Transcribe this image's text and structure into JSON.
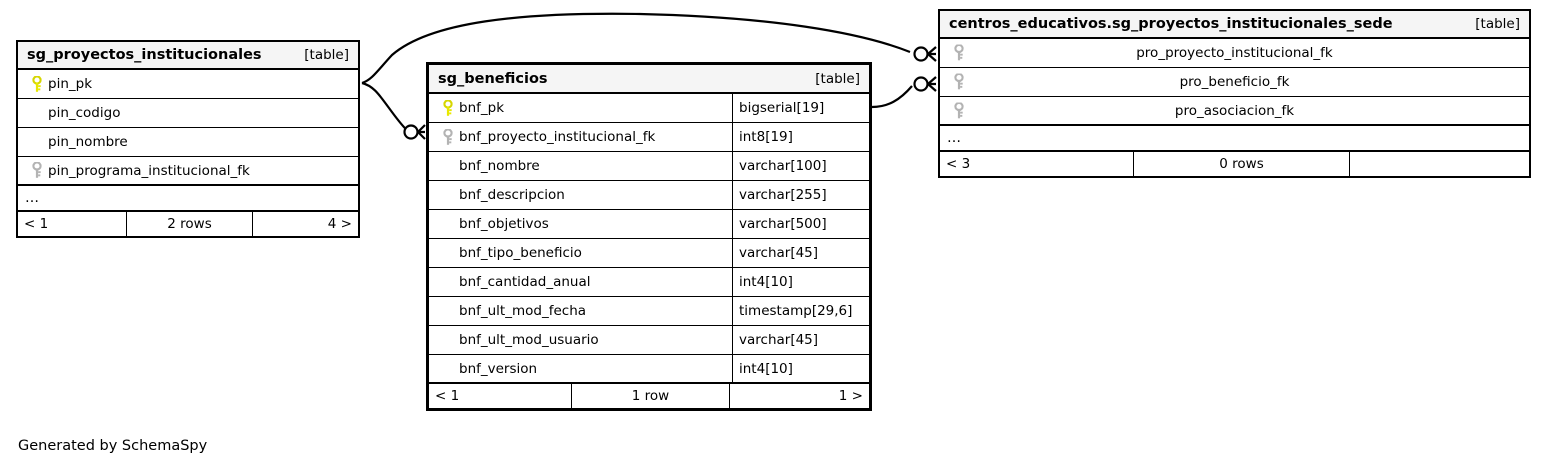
{
  "diagram": {
    "type": "entity-relationship-diagram",
    "credit": "Generated by SchemaSpy",
    "table_tag": "[table]",
    "ellipsis": "…",
    "colors": {
      "background": "#ffffff",
      "header_fill": "#f5f5f5",
      "border": "#000000",
      "primary_key": "#e8e800",
      "foreign_key": "#b3b3b3",
      "edge": "#000000"
    }
  },
  "tables": [
    {
      "id": "sg_proyectos_institucionales",
      "title": "sg_proyectos_institucionales",
      "tag": "[table]",
      "focused": false,
      "show_types": false,
      "center_names": false,
      "columns": [
        {
          "name": "pin_pk",
          "key": "primary",
          "type": ""
        },
        {
          "name": "pin_codigo",
          "key": "none",
          "type": ""
        },
        {
          "name": "pin_nombre",
          "key": "none",
          "type": ""
        },
        {
          "name": "pin_programa_institucional_fk",
          "key": "foreign",
          "type": ""
        }
      ],
      "has_ellipsis": true,
      "footer": {
        "prev": "< 1",
        "rows": "2 rows",
        "next": "4 >"
      }
    },
    {
      "id": "sg_beneficios",
      "title": "sg_beneficios",
      "tag": "[table]",
      "focused": true,
      "show_types": true,
      "center_names": false,
      "columns": [
        {
          "name": "bnf_pk",
          "key": "primary",
          "type": "bigserial[19]"
        },
        {
          "name": "bnf_proyecto_institucional_fk",
          "key": "foreign",
          "type": "int8[19]"
        },
        {
          "name": "bnf_nombre",
          "key": "none",
          "type": "varchar[100]"
        },
        {
          "name": "bnf_descripcion",
          "key": "none",
          "type": "varchar[255]"
        },
        {
          "name": "bnf_objetivos",
          "key": "none",
          "type": "varchar[500]"
        },
        {
          "name": "bnf_tipo_beneficio",
          "key": "none",
          "type": "varchar[45]"
        },
        {
          "name": "bnf_cantidad_anual",
          "key": "none",
          "type": "int4[10]"
        },
        {
          "name": "bnf_ult_mod_fecha",
          "key": "none",
          "type": "timestamp[29,6]"
        },
        {
          "name": "bnf_ult_mod_usuario",
          "key": "none",
          "type": "varchar[45]"
        },
        {
          "name": "bnf_version",
          "key": "none",
          "type": "int4[10]"
        }
      ],
      "has_ellipsis": false,
      "footer": {
        "prev": "< 1",
        "rows": "1 row",
        "next": "1 >"
      }
    },
    {
      "id": "centros_educativos_sg_proyectos_institucionales_sede",
      "title": "centros_educativos.sg_proyectos_institucionales_sede",
      "tag": "[table]",
      "focused": false,
      "show_types": false,
      "center_names": true,
      "columns": [
        {
          "name": "pro_proyecto_institucional_fk",
          "key": "foreign",
          "type": ""
        },
        {
          "name": "pro_beneficio_fk",
          "key": "foreign",
          "type": ""
        },
        {
          "name": "pro_asociacion_fk",
          "key": "foreign",
          "type": ""
        }
      ],
      "has_ellipsis": true,
      "footer": {
        "prev": "< 3",
        "rows": "0 rows",
        "next": ""
      }
    }
  ],
  "relationships": [
    {
      "from_table": "sg_proyectos_institucionales",
      "from_column": "pin_pk",
      "to_table": "centros_educativos.sg_proyectos_institucionales_sede",
      "to_column": "pro_proyecto_institucional_fk",
      "notation": "zero-or-many"
    },
    {
      "from_table": "sg_proyectos_institucionales",
      "from_column": "pin_pk",
      "to_table": "sg_beneficios",
      "to_column": "bnf_proyecto_institucional_fk",
      "notation": "zero-or-many"
    },
    {
      "from_table": "sg_beneficios",
      "from_column": "bnf_pk",
      "to_table": "centros_educativos.sg_proyectos_institucionales_sede",
      "to_column": "pro_beneficio_fk",
      "notation": "zero-or-many"
    }
  ]
}
